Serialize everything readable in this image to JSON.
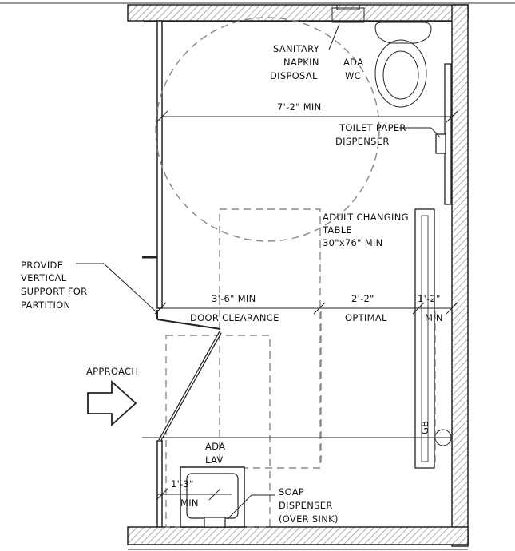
{
  "labels": {
    "sanitary_1": "SANITARY",
    "sanitary_2": "NAPKIN",
    "sanitary_3": "DISPOSAL",
    "ada_wc_1": "ADA",
    "ada_wc_2": "WC",
    "width_min": "7'-2\" MIN",
    "toilet_paper_1": "TOILET PAPER",
    "toilet_paper_2": "DISPENSER",
    "changing_1": "ADULT CHANGING",
    "changing_2": "TABLE",
    "changing_3": "30\"x76\" MIN",
    "support_1": "PROVIDE",
    "support_2": "VERTICAL",
    "support_3": "SUPPORT FOR",
    "support_4": "PARTITION",
    "dim_a": "3'-6\" MIN",
    "dim_b": "2'-2\"",
    "dim_c": "1'-2\"",
    "door_clearance": "DOOR CLEARANCE",
    "optimal": "OPTIMAL",
    "min": "MIN",
    "approach": "APPROACH",
    "gb": "GB",
    "ada_lav_1": "ADA",
    "ada_lav_2": "LAV",
    "lav_dim": "1'-3\"",
    "lav_min": "MIN",
    "soap_1": "SOAP",
    "soap_2": "DISPENSER",
    "soap_3": "(OVER SINK)"
  },
  "colors": {
    "line": "#222222",
    "hatch": "#999999",
    "dashed": "#888888",
    "background": "#ffffff"
  }
}
